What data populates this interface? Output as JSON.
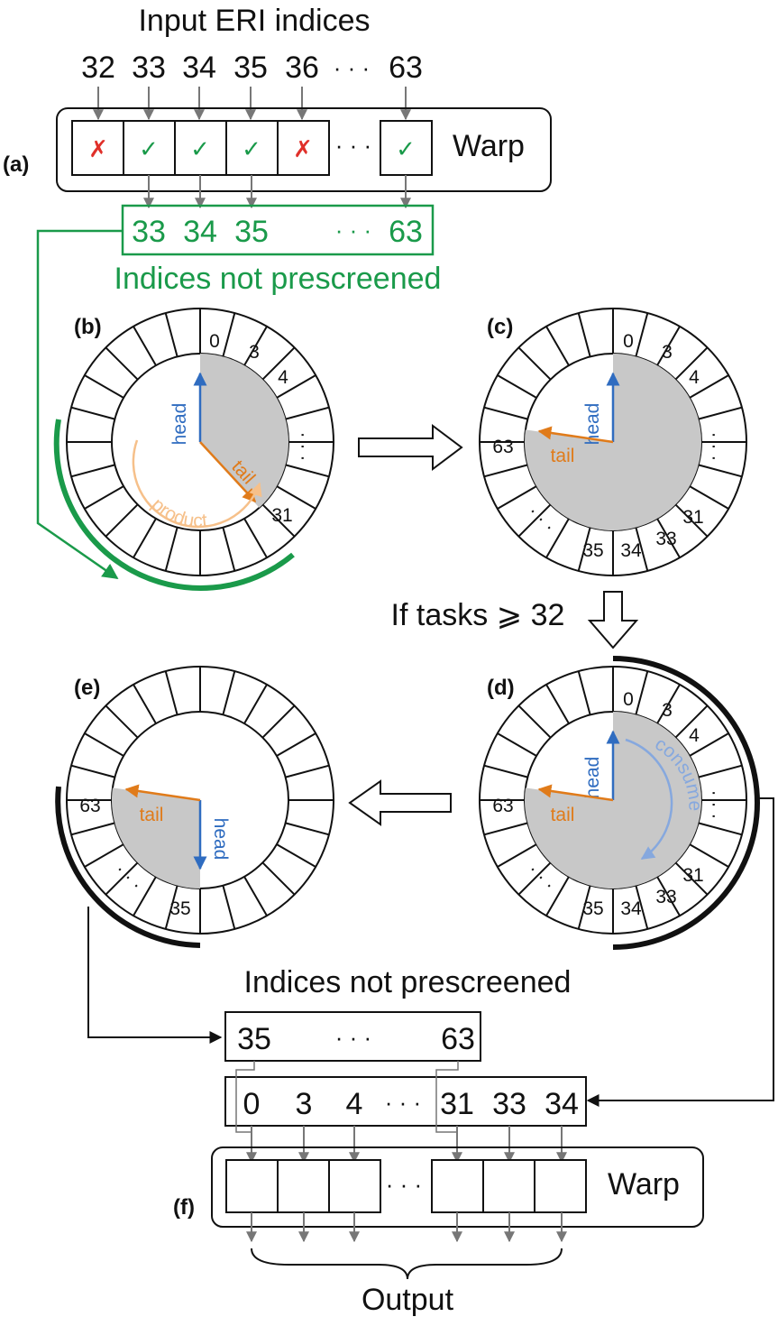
{
  "colors": {
    "green": "#1a9a4a",
    "blue": "#2f6cc0",
    "orange": "#e07b1a",
    "light_orange": "#f6c08a",
    "light_blue": "#86a8de",
    "red": "#e0302a",
    "gray_fill": "#c8c8c8",
    "stroke": "#111111",
    "arrow_gray": "#777777"
  },
  "top": {
    "title": "Input ERI indices",
    "indices": [
      "32",
      "33",
      "34",
      "35",
      "36",
      "63"
    ],
    "ellipsis": "· · ·"
  },
  "panel_a": {
    "label": "(a)",
    "warp_label": "Warp",
    "cells": [
      {
        "mark": "✗",
        "pass": false
      },
      {
        "mark": "✓",
        "pass": true
      },
      {
        "mark": "✓",
        "pass": true
      },
      {
        "mark": "✓",
        "pass": true
      },
      {
        "mark": "✗",
        "pass": false
      },
      {
        "mark": "✓",
        "pass": true
      }
    ],
    "kept": [
      "33",
      "34",
      "35",
      "63"
    ],
    "kept_caption": "Indices not prescreened"
  },
  "panel_b": {
    "label": "(b)",
    "slots": [
      "0",
      "3",
      "4",
      "31"
    ],
    "head": "head",
    "tail": "tail",
    "arc_label": "product"
  },
  "panel_c": {
    "label": "(c)",
    "slots": [
      "0",
      "3",
      "4",
      "31",
      "33",
      "34",
      "35",
      "63"
    ],
    "head": "head",
    "tail": "tail"
  },
  "condition": "If tasks ⩾ 32",
  "panel_d": {
    "label": "(d)",
    "slots": [
      "0",
      "3",
      "4",
      "31",
      "33",
      "34",
      "35",
      "63"
    ],
    "head": "head",
    "tail": "tail",
    "arc_label": "consume"
  },
  "panel_e": {
    "label": "(e)",
    "slots": [
      "63",
      "35"
    ],
    "head": "head",
    "tail": "tail"
  },
  "bottom": {
    "caption": "Indices not prescreened",
    "box1": [
      "35",
      "63"
    ],
    "box2": [
      "0",
      "3",
      "4",
      "31",
      "33",
      "34"
    ],
    "ellipsis": "· · ·"
  },
  "panel_f": {
    "label": "(f)",
    "warp_label": "Warp",
    "output_label": "Output"
  }
}
